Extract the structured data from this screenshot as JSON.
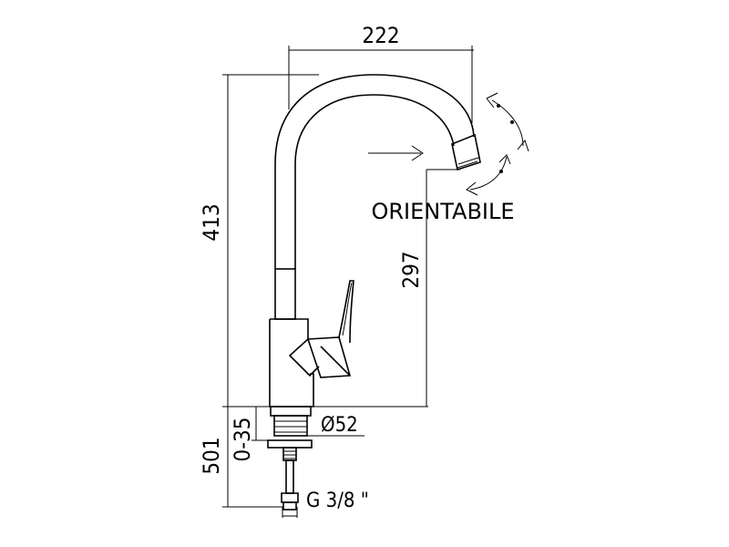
{
  "dimensions": {
    "overall_width": "222",
    "overall_height": "413",
    "spout_height": "297",
    "thickness_range": "0-35",
    "diameter": "Ø52",
    "below_height": "501",
    "connection": "G 3/8 \""
  },
  "annotations": {
    "rotation_label": "ORIENTABILE"
  }
}
